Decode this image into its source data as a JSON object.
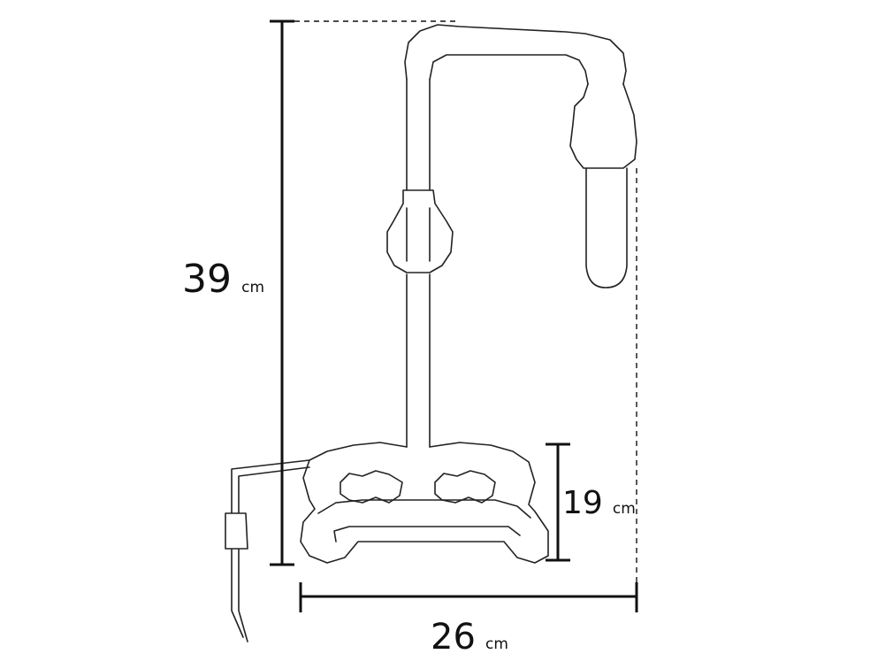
{
  "dimensions": {
    "height": {
      "value": "39",
      "unit": "cm"
    },
    "base_height": {
      "value": "19",
      "unit": "cm"
    },
    "width": {
      "value": "26",
      "unit": "cm"
    }
  },
  "colors": {
    "line": "#111111",
    "background": "#ffffff"
  }
}
